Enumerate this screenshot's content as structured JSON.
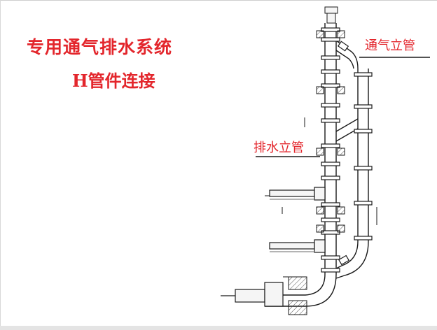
{
  "title": "专用通气排水系统",
  "subtitle": "H管件连接",
  "labels": {
    "vent_stack": "通气立管",
    "drain_stack": "排水立管"
  },
  "colors": {
    "accent": "#e3262c",
    "line": "#1a1a1a",
    "concrete": "#cfcfcf"
  }
}
